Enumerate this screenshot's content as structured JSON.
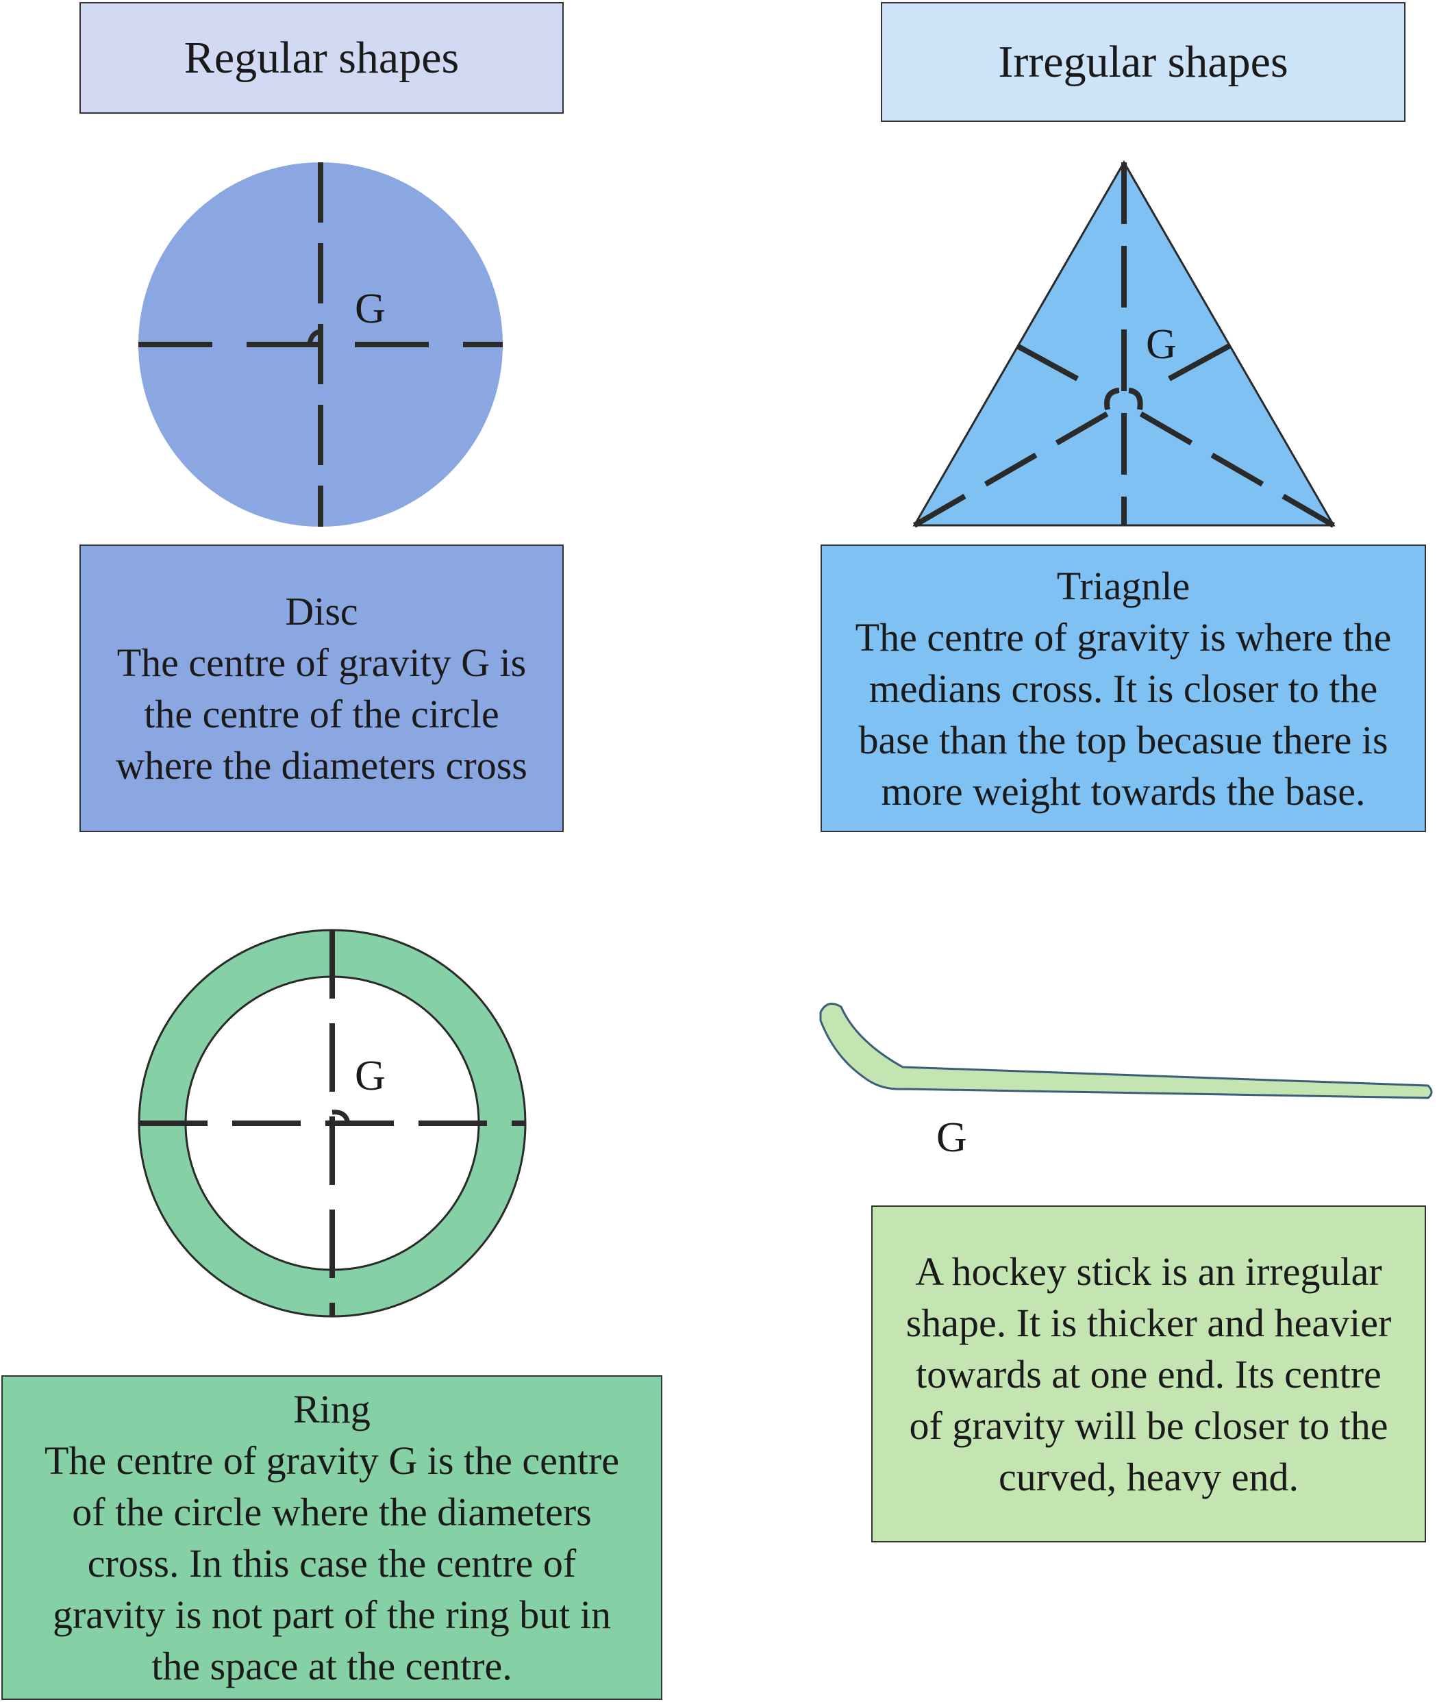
{
  "headers": {
    "regular": "Regular shapes",
    "irregular": "Irregular shapes"
  },
  "disc": {
    "g_label": "G",
    "caption": [
      "Disc",
      "The centre of gravity G is",
      "the centre of the circle",
      "where the diameters cross"
    ],
    "color": "#8aa7e1"
  },
  "triangle": {
    "g_label": "G",
    "caption": [
      "Triagnle",
      "The centre of gravity is where the",
      "medians cross.  It is closer to the",
      "base than the top becasue there is",
      "more weight towards the base."
    ],
    "color": "#7fc1f2"
  },
  "ring": {
    "g_label": "G",
    "caption": [
      "Ring",
      "The centre of gravity G is the centre",
      "of the circle where the diameters",
      "cross.  In this case the centre of",
      "gravity is not part of the ring but in",
      "the space at the centre."
    ],
    "color": "#86d0a5"
  },
  "hockey": {
    "g_label": "G",
    "caption": [
      "A hockey stick is an irregular",
      "shape.  It is thicker and heavier",
      "towards at one end.  Its centre",
      "of gravity will be closer to the",
      "curved, heavy end."
    ],
    "color": "#c4e4b2"
  }
}
